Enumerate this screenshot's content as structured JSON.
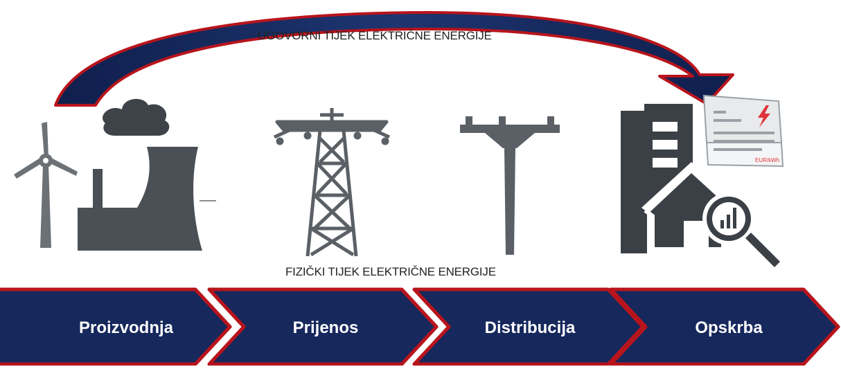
{
  "contract_flow_label": "UGOVORNI TIJEK ELEKTRIČNE ENERGIJE",
  "physical_flow_label": "FIZIČKI TIJEK ELEKTRIČNE ENERGIJE",
  "stages": [
    {
      "label": "Proizvodnja",
      "icon": "power-plant-icon"
    },
    {
      "label": "Prijenos",
      "icon": "transmission-tower-icon"
    },
    {
      "label": "Distribucija",
      "icon": "utility-pole-icon"
    },
    {
      "label": "Opskrba",
      "icon": "supply-building-icon"
    }
  ],
  "bill": {
    "unit": "EUR/kWh",
    "icon": "electricity-bill-icon"
  },
  "colors": {
    "chevron_fill": "#16285c",
    "chevron_border": "#b8141c",
    "icon_gray": "#555a60",
    "icon_dark": "#3a4045",
    "bill_accent": "#e0333a"
  }
}
